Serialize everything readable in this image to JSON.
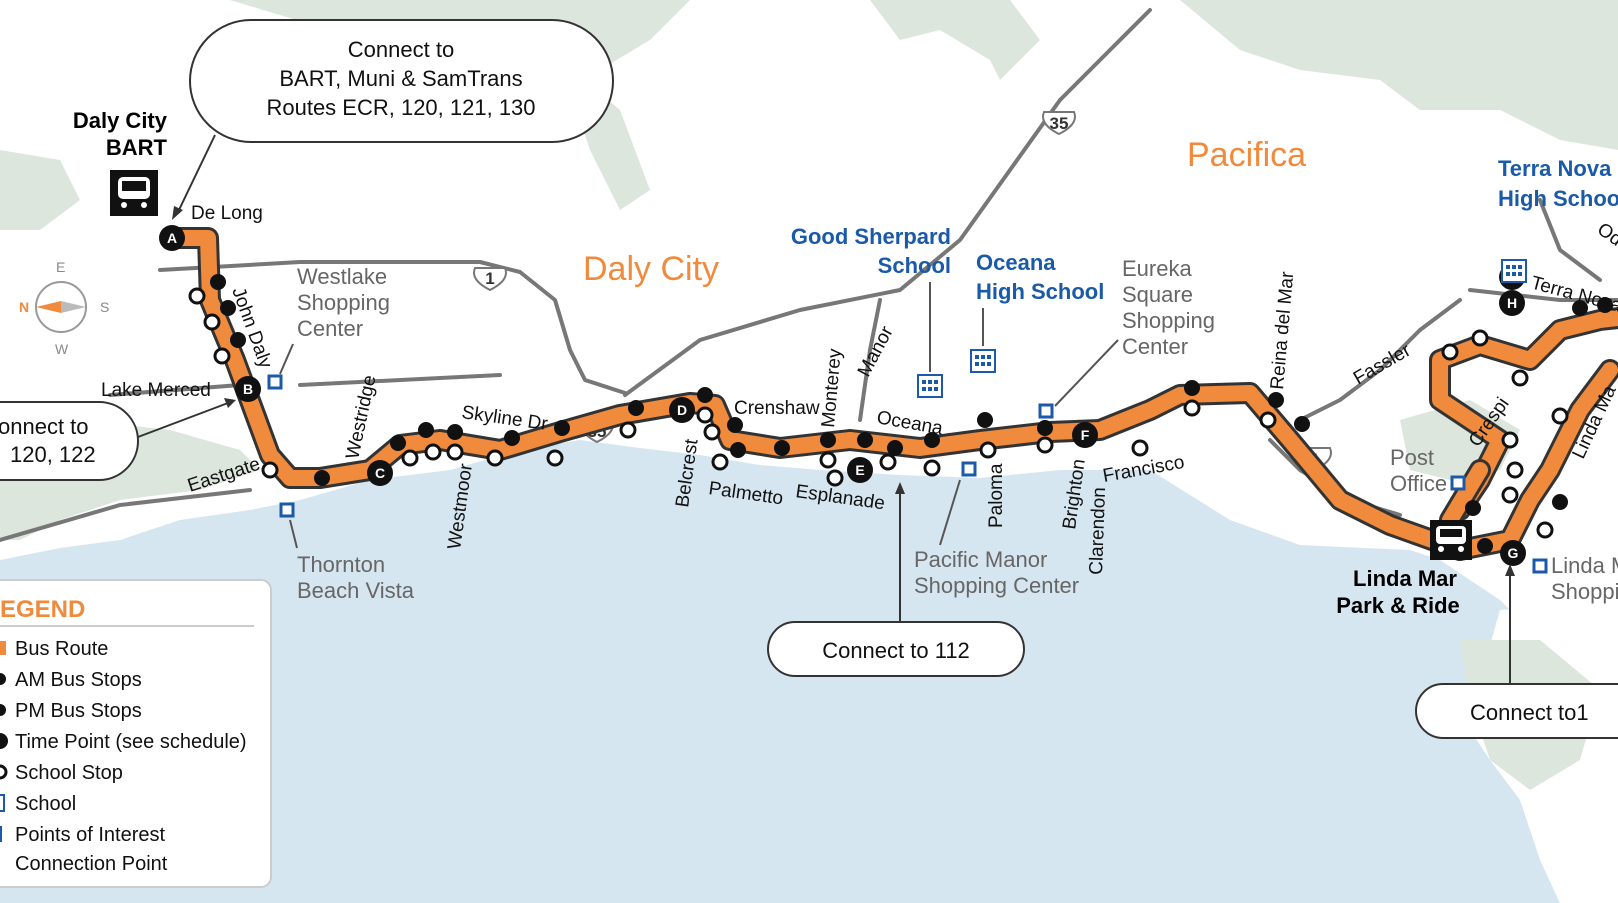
{
  "colors": {
    "ocean": "#d6e6f0",
    "land_green": "#dde6dd",
    "route": "#f08a3c",
    "road": "#777777",
    "school_blue": "#1a5aa8",
    "city_orange": "#f08a3c",
    "poi_gray": "#666666"
  },
  "cities": {
    "daly_city": "Daly City",
    "pacifica": "Pacifica"
  },
  "callouts": {
    "daly_city_bart": [
      "Connect to",
      "BART, Muni & SamTrans",
      "Routes ECR, 120, 121, 130"
    ],
    "lake_merced": [
      "onnect to",
      "120, 122"
    ],
    "pacific_manor": "Connect to 112",
    "linda_mar": "Connect to1"
  },
  "stations": {
    "daly_city_bart": [
      "Daly City",
      "BART"
    ],
    "linda_mar": [
      "Linda Mar",
      "Park & Ride"
    ]
  },
  "schools": {
    "good_sherpard": [
      "Good Sherpard",
      "School"
    ],
    "oceana": [
      "Oceana",
      "High School"
    ],
    "terra_nova": [
      "Terra Nova",
      "High School"
    ]
  },
  "points_of_interest": {
    "westlake": [
      "Westlake",
      "Shopping",
      "Center"
    ],
    "thornton": [
      "Thornton",
      "Beach Vista"
    ],
    "eureka": [
      "Eureka",
      "Square",
      "Shopping",
      "Center"
    ],
    "pacific_manor": [
      "Pacific Manor",
      "Shopping Center"
    ],
    "post_office": [
      "Post",
      "Office"
    ],
    "linda_mar_shopping": [
      "Linda M",
      "Shoppi"
    ]
  },
  "highways": [
    "1",
    "35",
    "35",
    "1"
  ],
  "time_points": [
    "A",
    "B",
    "C",
    "D",
    "E",
    "F",
    "G",
    "H"
  ],
  "streets": {
    "de_long": "De Long",
    "john_daly": "John Daly",
    "lake_merced": "Lake Merced",
    "eastgate": "Eastgate",
    "westridge": "Westridge",
    "westmoor": "Westmoor",
    "skyline": "Skyline Dr",
    "belcrest": "Belcrest",
    "crenshaw": "Crenshaw",
    "palmetto": "Palmetto",
    "monterey": "Monterey",
    "manor": "Manor",
    "esplanade": "Esplanade",
    "oceana": "Oceana",
    "paloma": "Paloma",
    "brighton": "Brighton",
    "clarendon": "Clarendon",
    "francisco": "Francisco",
    "reina": "Reina del Mar",
    "fassler": "Fassler",
    "crespi": "Crespi",
    "terra_nova": "Terra Nova",
    "linda_mar": "Linda Ma",
    "od": "Od"
  },
  "compass": {
    "n": "N",
    "e": "E",
    "s": "S",
    "w": "W"
  },
  "legend": {
    "title": "EGEND",
    "items": [
      "Bus Route",
      "AM Bus Stops",
      "PM Bus Stops",
      "Time Point (see schedule)",
      "School Stop",
      "School",
      "Points of Interest",
      "Connection Point"
    ]
  }
}
